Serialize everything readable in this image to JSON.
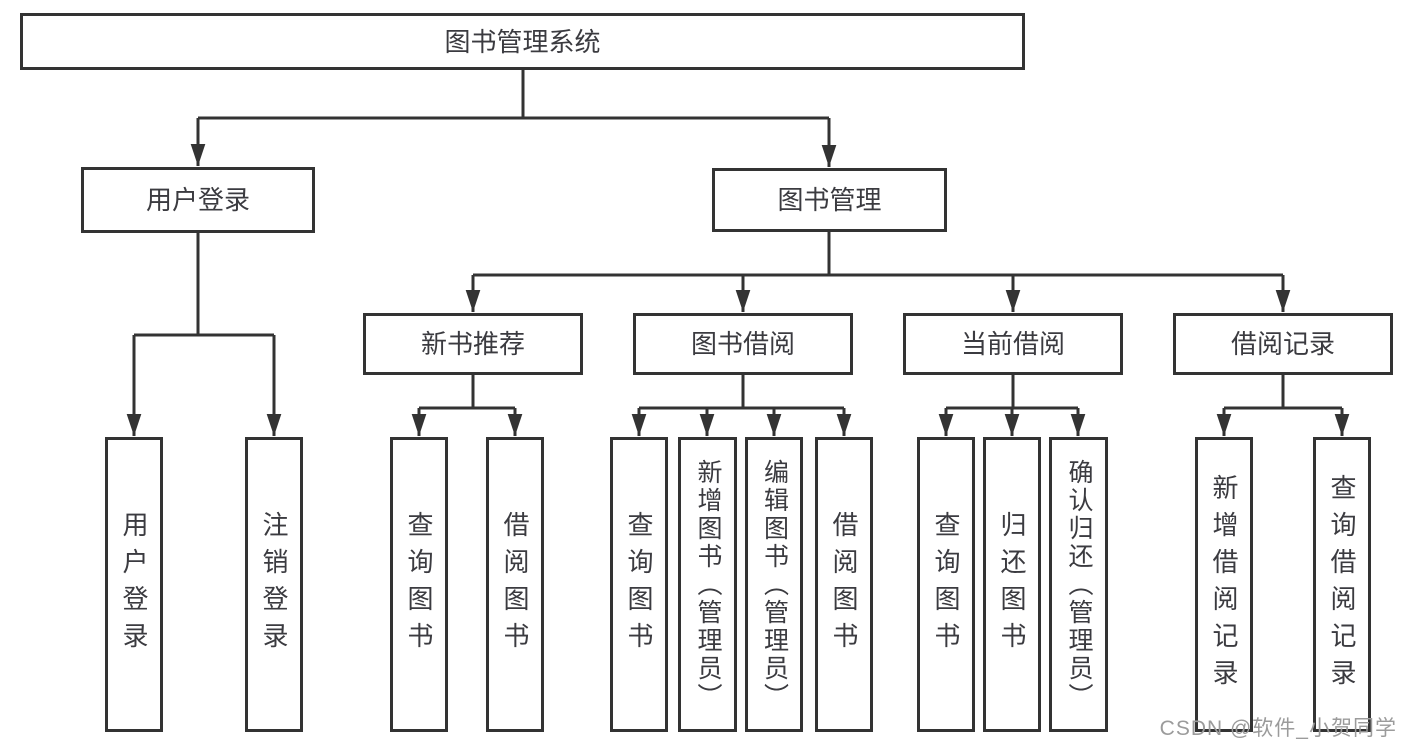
{
  "diagram": {
    "title": "图书管理系统",
    "nodes": {
      "root": {
        "label": "图书管理系统"
      },
      "user_login": {
        "label": "用户登录"
      },
      "book_mgmt": {
        "label": "图书管理"
      },
      "new_rec": {
        "label": "新书推荐"
      },
      "borrow": {
        "label": "图书借阅"
      },
      "current": {
        "label": "当前借阅"
      },
      "records": {
        "label": "借阅记录"
      },
      "leaf_user_login": {
        "label": "用户登录"
      },
      "leaf_logout": {
        "label": "注销登录"
      },
      "rec_query": {
        "label": "查询图书"
      },
      "rec_borrow": {
        "label": "借阅图书"
      },
      "bb_query": {
        "label": "查询图书"
      },
      "bb_add": {
        "label": "新增图书（管理员）"
      },
      "bb_edit": {
        "label": "编辑图书（管理员）"
      },
      "bb_borrow": {
        "label": "借阅图书"
      },
      "cb_query": {
        "label": "查询图书"
      },
      "cb_return": {
        "label": "归还图书"
      },
      "cb_confirm": {
        "label": "确认归还（管理员）"
      },
      "br_add": {
        "label": "新增借阅记录"
      },
      "br_query": {
        "label": "查询借阅记录"
      }
    },
    "edges": [
      [
        "root",
        "user_login"
      ],
      [
        "root",
        "book_mgmt"
      ],
      [
        "user_login",
        "leaf_user_login"
      ],
      [
        "user_login",
        "leaf_logout"
      ],
      [
        "book_mgmt",
        "new_rec"
      ],
      [
        "book_mgmt",
        "borrow"
      ],
      [
        "book_mgmt",
        "current"
      ],
      [
        "book_mgmt",
        "records"
      ],
      [
        "new_rec",
        "rec_query"
      ],
      [
        "new_rec",
        "rec_borrow"
      ],
      [
        "borrow",
        "bb_query"
      ],
      [
        "borrow",
        "bb_add"
      ],
      [
        "borrow",
        "bb_edit"
      ],
      [
        "borrow",
        "bb_borrow"
      ],
      [
        "current",
        "cb_query"
      ],
      [
        "current",
        "cb_return"
      ],
      [
        "current",
        "cb_confirm"
      ],
      [
        "records",
        "br_add"
      ],
      [
        "records",
        "br_query"
      ]
    ]
  },
  "colors": {
    "line": "#333333",
    "box_border": "#333333",
    "text": "#3b3b40",
    "watermark": "#9b9b9b",
    "background": "#ffffff"
  },
  "watermark": {
    "text": "CSDN @软件_小贺同学"
  }
}
